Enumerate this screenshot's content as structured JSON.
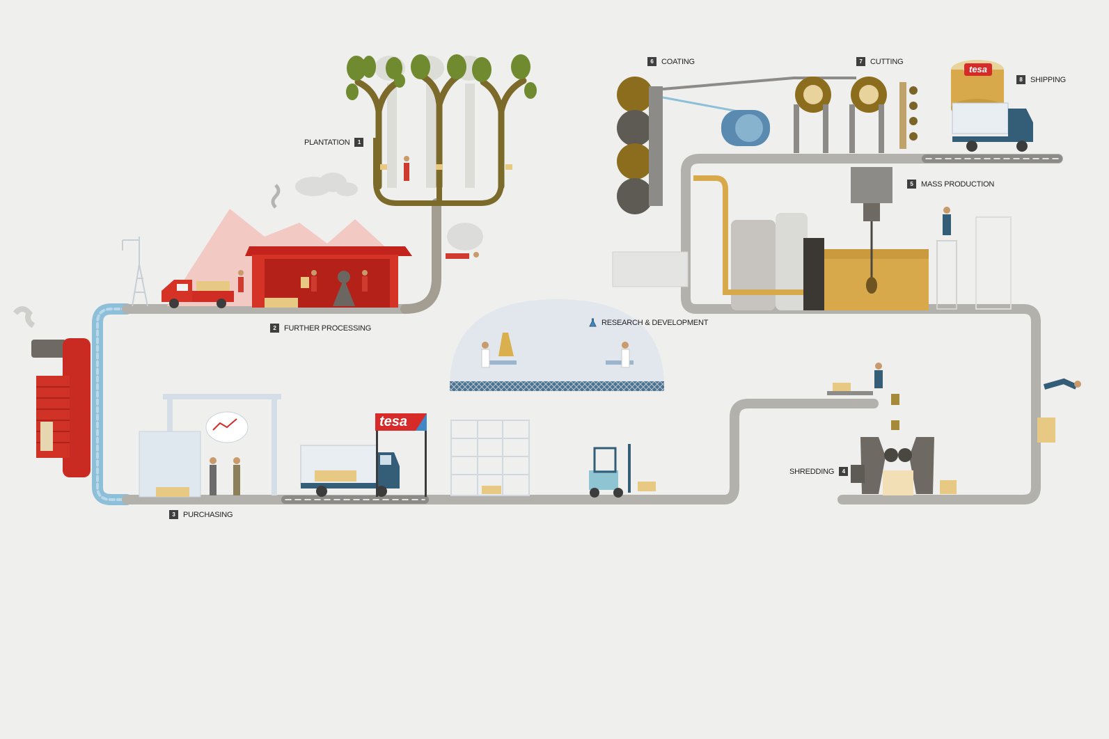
{
  "steps": {
    "plantation": {
      "num": "1",
      "label": "PLANTATION"
    },
    "further_processing": {
      "num": "2",
      "label": "FURTHER PROCESSING"
    },
    "purchasing": {
      "num": "3",
      "label": "PURCHASING"
    },
    "shredding": {
      "num": "4",
      "label": "SHREDDING"
    },
    "mass_production": {
      "num": "5",
      "label": "MASS PRODUCTION"
    },
    "coating": {
      "num": "6",
      "label": "COATING"
    },
    "cutting": {
      "num": "7",
      "label": "CUTTING"
    },
    "shipping": {
      "num": "8",
      "label": "SHIPPING"
    },
    "research": {
      "label": "RESEARCH & DEVELOPMENT",
      "icon": "flask-icon"
    }
  },
  "brand": {
    "logo_text": "tesa"
  },
  "colors": {
    "background": "#efefed",
    "track_grey": "#b3b1ac",
    "water_blue": "#8ebfd9",
    "brand_red": "#d62b28",
    "brand_blue": "#3f87c6",
    "mustard": "#d8a94a",
    "olive": "#7d8a3a",
    "truck_teal": "#345d78"
  }
}
